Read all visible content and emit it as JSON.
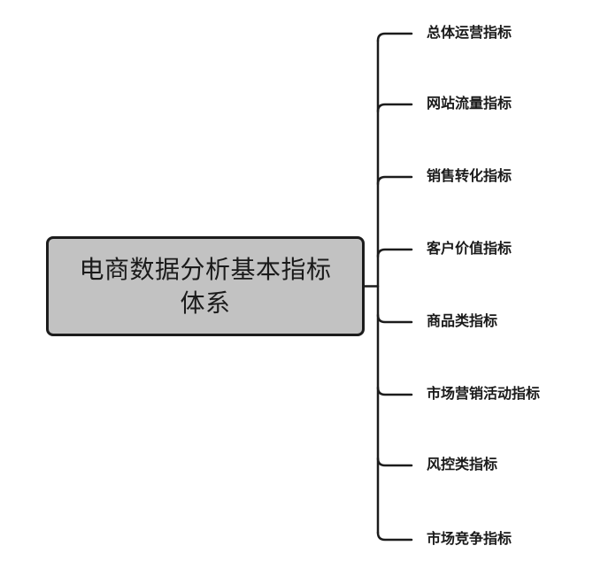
{
  "root": {
    "title": "电商数据分析基本指标体系"
  },
  "branches": [
    {
      "label": "总体运营指标"
    },
    {
      "label": "网站流量指标"
    },
    {
      "label": "销售转化指标"
    },
    {
      "label": "客户价值指标"
    },
    {
      "label": "商品类指标"
    },
    {
      "label": "市场营销活动指标"
    },
    {
      "label": "风控类指标"
    },
    {
      "label": "市场竞争指标"
    }
  ],
  "colors": {
    "root_fill": "#c2c2c2",
    "root_border": "#1c1c1c",
    "connector": "#1c1c1c",
    "text": "#1a1a1a"
  }
}
